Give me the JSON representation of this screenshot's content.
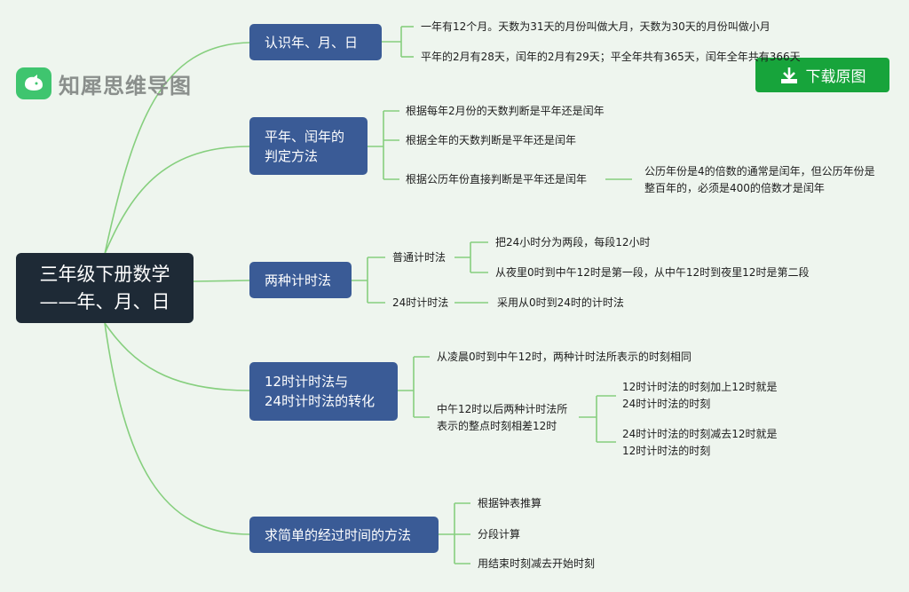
{
  "watermark": {
    "brand": "知犀思维导图"
  },
  "download_button": {
    "label": "下载原图"
  },
  "root": {
    "line1": "三年级下册数学",
    "line2": "——年、月、日"
  },
  "branches": [
    {
      "label": "认识年、月、日",
      "children": [
        "一年有12个月。天数为31天的月份叫做大月，天数为30天的月份叫做小月",
        "平年的2月有28天，闰年的2月有29天；平全年共有365天，闰年全年共有366天"
      ]
    },
    {
      "label_line1": "平年、闰年的",
      "label_line2": "判定方法",
      "children": [
        "根据每年2月份的天数判断是平年还是闰年",
        "根据全年的天数判断是平年还是闰年",
        "根据公历年份直接判断是平年还是闰年"
      ],
      "sub": {
        "line1": "公历年份是4的倍数的通常是闰年，但公历年份是",
        "line2": "整百年的，必须是400的倍数才是闰年"
      }
    },
    {
      "label": "两种计时法",
      "children": [
        {
          "label": "普通计时法",
          "items": [
            "把24小时分为两段，每段12小时",
            "从夜里0时到中午12时是第一段，从中午12时到夜里12时是第二段"
          ]
        },
        {
          "label": "24时计时法",
          "items": [
            "采用从0时到24时的计时法"
          ]
        }
      ]
    },
    {
      "label_line1": "12时计时法与",
      "label_line2": "24时计时法的转化",
      "children": [
        {
          "label": "从凌晨0时到中午12时，两种计时法所表示的时刻相同"
        },
        {
          "label_line1": "中午12时以后两种计时法所",
          "label_line2": "表示的整点时刻相差12时",
          "items": [
            {
              "line1": "12时计时法的时刻加上12时就是",
              "line2": "24时计时法的时刻"
            },
            {
              "line1": "24时计时法的时刻减去12时就是",
              "line2": "12时计时法的时刻"
            }
          ]
        }
      ]
    },
    {
      "label": "求简单的经过时间的方法",
      "children": [
        "根据钟表推算",
        "分段计算",
        "用结束时刻减去开始时刻"
      ]
    }
  ],
  "colors": {
    "line": "#86cf7e",
    "branch": "#3a5b96",
    "root": "#1e2a36",
    "button": "#17a43b"
  }
}
